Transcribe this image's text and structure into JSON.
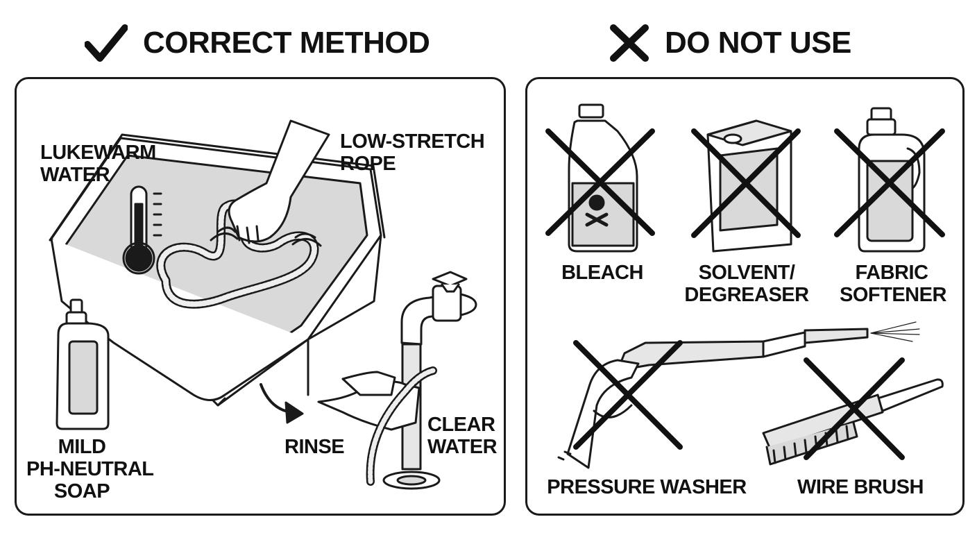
{
  "correct": {
    "heading": "CORRECT METHOD",
    "labels": {
      "water": [
        "LUKEWARM",
        "WATER"
      ],
      "rope": [
        "LOW-STRETCH",
        "ROPE"
      ],
      "soap": [
        "MILD",
        "PH-NEUTRAL",
        "SOAP"
      ],
      "rinse": "RINSE",
      "clear_water": [
        "CLEAR",
        "WATER"
      ]
    }
  },
  "avoid": {
    "heading": "DO NOT USE",
    "items": [
      {
        "label": [
          "BLEACH"
        ],
        "icon": "bleach-bottle-icon"
      },
      {
        "label": [
          "SOLVENT/",
          "DEGREASER"
        ],
        "icon": "solvent-can-icon"
      },
      {
        "label": [
          "FABRIC",
          "SOFTENER"
        ],
        "icon": "softener-bottle-icon"
      },
      {
        "label": [
          "PRESSURE WASHER"
        ],
        "icon": "pressure-washer-icon"
      },
      {
        "label": [
          "WIRE BRUSH"
        ],
        "icon": "wire-brush-icon"
      }
    ]
  },
  "colors": {
    "ink": "#1a1a1a",
    "fill": "#d9d9d9",
    "paper": "#ffffff"
  }
}
